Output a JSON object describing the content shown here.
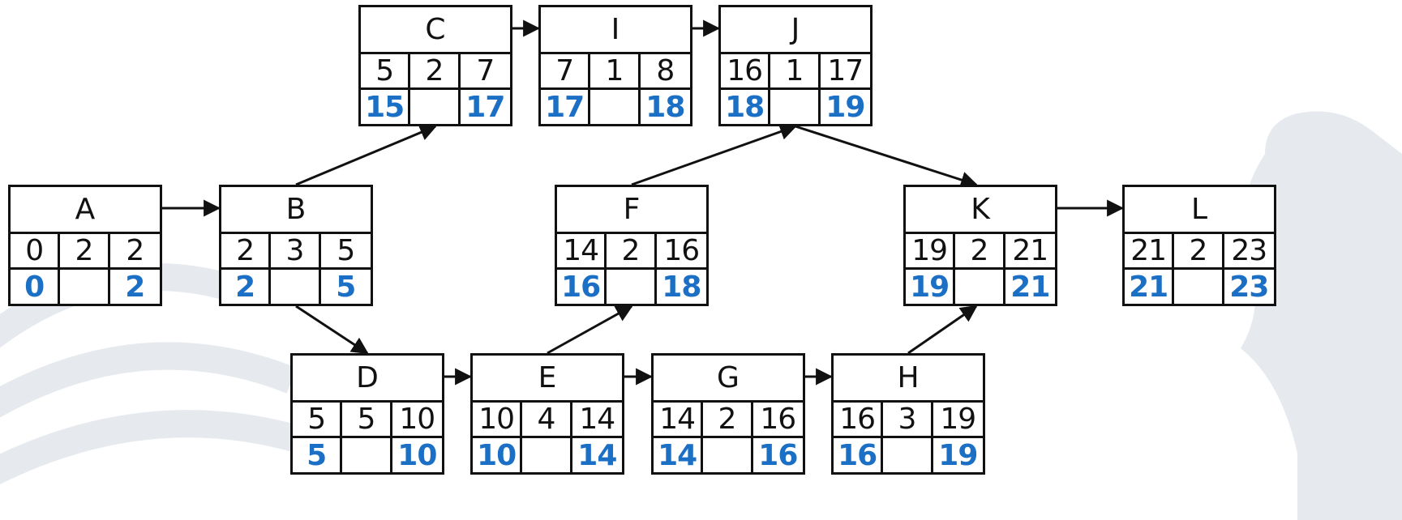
{
  "diagram": {
    "type": "activity-on-node network",
    "colors": {
      "line": "#111111",
      "late_values": "#1b6fc4",
      "background_art": "#e6eaee"
    },
    "nodes": [
      {
        "id": "A",
        "es": "0",
        "dur": "2",
        "ef": "2",
        "ls": "0",
        "lf": "2"
      },
      {
        "id": "B",
        "es": "2",
        "dur": "3",
        "ef": "5",
        "ls": "2",
        "lf": "5"
      },
      {
        "id": "C",
        "es": "5",
        "dur": "2",
        "ef": "7",
        "ls": "15",
        "lf": "17"
      },
      {
        "id": "I",
        "es": "7",
        "dur": "1",
        "ef": "8",
        "ls": "17",
        "lf": "18"
      },
      {
        "id": "J",
        "es": "16",
        "dur": "1",
        "ef": "17",
        "ls": "18",
        "lf": "19"
      },
      {
        "id": "F",
        "es": "14",
        "dur": "2",
        "ef": "16",
        "ls": "16",
        "lf": "18"
      },
      {
        "id": "K",
        "es": "19",
        "dur": "2",
        "ef": "21",
        "ls": "19",
        "lf": "21"
      },
      {
        "id": "L",
        "es": "21",
        "dur": "2",
        "ef": "23",
        "ls": "21",
        "lf": "23"
      },
      {
        "id": "D",
        "es": "5",
        "dur": "5",
        "ef": "10",
        "ls": "5",
        "lf": "10"
      },
      {
        "id": "E",
        "es": "10",
        "dur": "4",
        "ef": "14",
        "ls": "10",
        "lf": "14"
      },
      {
        "id": "G",
        "es": "14",
        "dur": "2",
        "ef": "16",
        "ls": "14",
        "lf": "16"
      },
      {
        "id": "H",
        "es": "16",
        "dur": "3",
        "ef": "19",
        "ls": "16",
        "lf": "19"
      }
    ],
    "edges": [
      [
        "A",
        "B"
      ],
      [
        "B",
        "C"
      ],
      [
        "B",
        "D"
      ],
      [
        "C",
        "I"
      ],
      [
        "I",
        "J"
      ],
      [
        "D",
        "E"
      ],
      [
        "E",
        "F"
      ],
      [
        "E",
        "G"
      ],
      [
        "F",
        "J"
      ],
      [
        "G",
        "H"
      ],
      [
        "H",
        "K"
      ],
      [
        "J",
        "K"
      ],
      [
        "K",
        "L"
      ]
    ]
  }
}
